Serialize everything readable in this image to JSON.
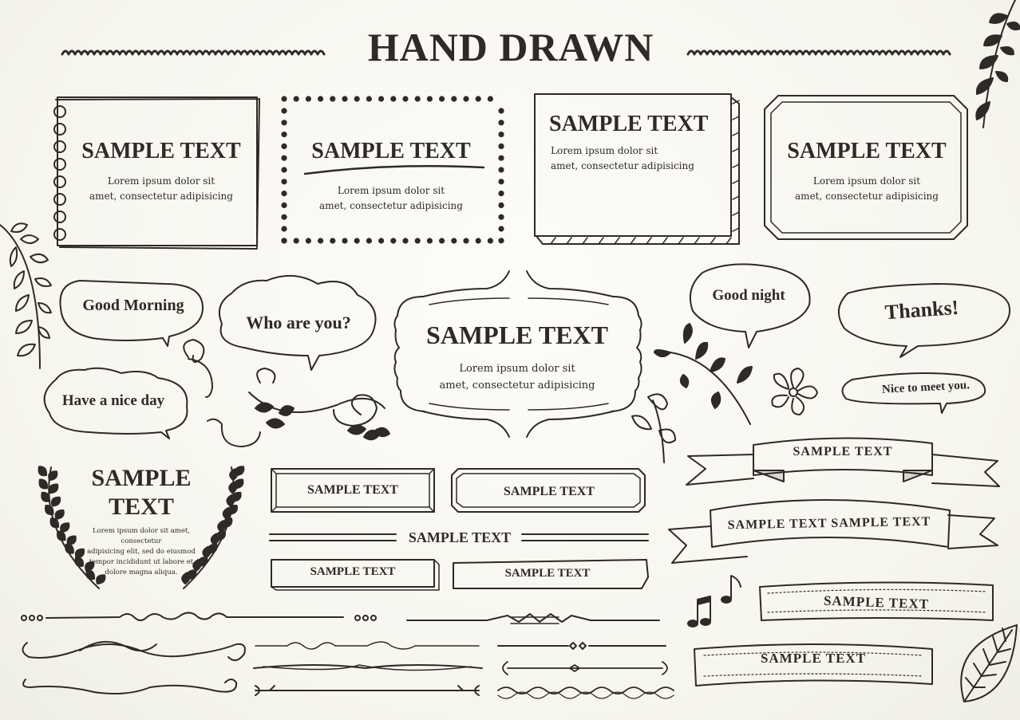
{
  "header": {
    "title": "HAND DRAWN"
  },
  "frames": {
    "notebook": {
      "title": "SAMPLE TEXT",
      "body_line1": "Lorem ipsum dolor sit",
      "body_line2": "amet, consectetur adipisicing"
    },
    "dotted": {
      "title": "SAMPLE TEXT",
      "body_line1": "Lorem ipsum dolor sit",
      "body_line2": "amet, consectetur adipisicing"
    },
    "shadow": {
      "title": "SAMPLE TEXT",
      "body_line1": "Lorem ipsum dolor sit",
      "body_line2": "amet, consectetur adipisicing"
    },
    "notched": {
      "title": "SAMPLE TEXT",
      "body_line1": "Lorem ipsum dolor sit",
      "body_line2": "amet, consectetur adipisicing"
    },
    "ornate": {
      "title": "SAMPLE TEXT",
      "body_line1": "Lorem ipsum dolor sit",
      "body_line2": "amet, consectetur adipisicing"
    }
  },
  "bubbles": {
    "good_morning": "Good Morning",
    "who_are_you": "Who are you?",
    "have_a_nice_day": "Have a nice day",
    "good_night": "Good night",
    "thanks": "Thanks!",
    "nice_to_meet_you": "Nice to meet you."
  },
  "wreath": {
    "title_line1": "SAMPLE",
    "title_line2": "TEXT",
    "body": [
      "Lorem ipsum dolor sit amet, consectetur",
      "adipisicing elit, sed do eiusmod",
      "tempor incididunt ut labore et",
      "dolore magna aliqua."
    ]
  },
  "labels": {
    "double_box": "SAMPLE TEXT",
    "bracket_box": "SAMPLE TEXT",
    "lined": "SAMPLE TEXT",
    "shadow_box": "SAMPLE TEXT",
    "curl_box": "SAMPLE TEXT"
  },
  "ribbons": {
    "ribbon1": "SAMPLE  TEXT",
    "ribbon2": "SAMPLE  TEXT  SAMPLE TEXT",
    "ribbon3": "SAMPLE  TEXT",
    "ribbon4": "SAMPLE  TEXT"
  },
  "colors": {
    "ink": "#2e2a27",
    "paper": "#f8f7f1"
  }
}
